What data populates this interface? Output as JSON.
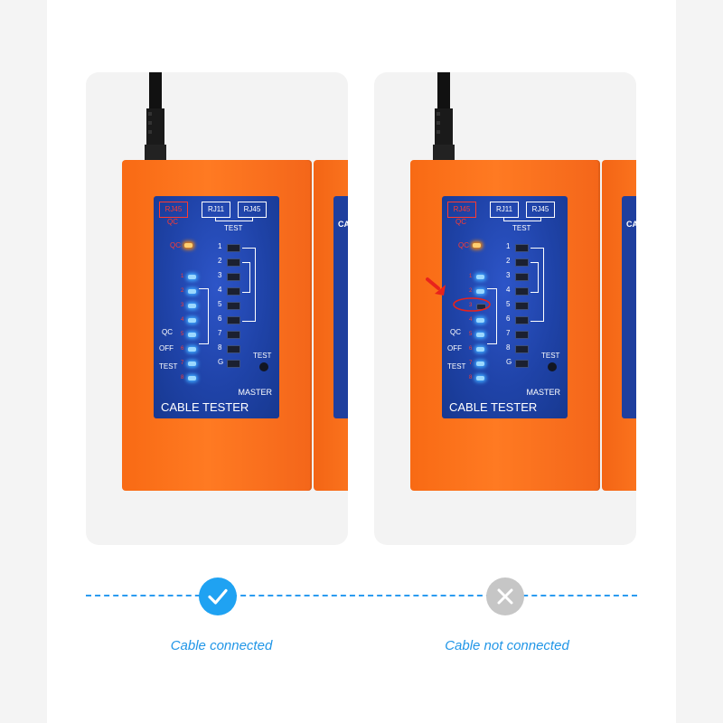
{
  "panels": [
    {
      "state": "connected",
      "labels": {
        "rj45_qc": "RJ45",
        "qc_small": "QC",
        "rj11": "RJ11",
        "rj45": "RJ45",
        "test_group": "TEST",
        "qc_led": "QC",
        "left_qc": "QC",
        "left_off": "OFF",
        "left_test": "TEST",
        "test_button": "TEST",
        "master": "MASTER",
        "title": "CABLE TESTER",
        "side_unit": "CA"
      },
      "pins_right": [
        "1",
        "2",
        "3",
        "4",
        "5",
        "6",
        "7",
        "8",
        "G"
      ],
      "pins_left": [
        "1",
        "2",
        "3",
        "4",
        "5",
        "6",
        "7",
        "8"
      ],
      "left_leds_lit": [
        true,
        true,
        true,
        true,
        true,
        true,
        true,
        true
      ],
      "highlight_pin": null
    },
    {
      "state": "fault",
      "labels": {
        "rj45_qc": "RJ45",
        "qc_small": "QC",
        "rj11": "RJ11",
        "rj45": "RJ45",
        "test_group": "TEST",
        "qc_led": "QC",
        "left_qc": "QC",
        "left_off": "OFF",
        "left_test": "TEST",
        "test_button": "TEST",
        "master": "MASTER",
        "title": "CABLE TESTER",
        "side_unit": "CA"
      },
      "pins_right": [
        "1",
        "2",
        "3",
        "4",
        "5",
        "6",
        "7",
        "8",
        "G"
      ],
      "pins_left": [
        "1",
        "2",
        "3",
        "4",
        "5",
        "6",
        "7",
        "8"
      ],
      "left_leds_lit": [
        true,
        true,
        false,
        true,
        true,
        true,
        true,
        true
      ],
      "highlight_pin": "3"
    }
  ],
  "status": {
    "connected_icon": "checkmark-icon",
    "not_connected_icon": "x-icon",
    "connected_label": "Cable connected",
    "not_connected_label": "Cable not connected"
  },
  "colors": {
    "tester_body": "#ff7a22",
    "panel_blue": "#1f43a8",
    "led_blue": "#3fa8ff",
    "led_orange": "#ff8a00",
    "accent": "#2196e7",
    "fault_marker": "#e8231c",
    "inactive_badge": "#c6c6c6"
  }
}
